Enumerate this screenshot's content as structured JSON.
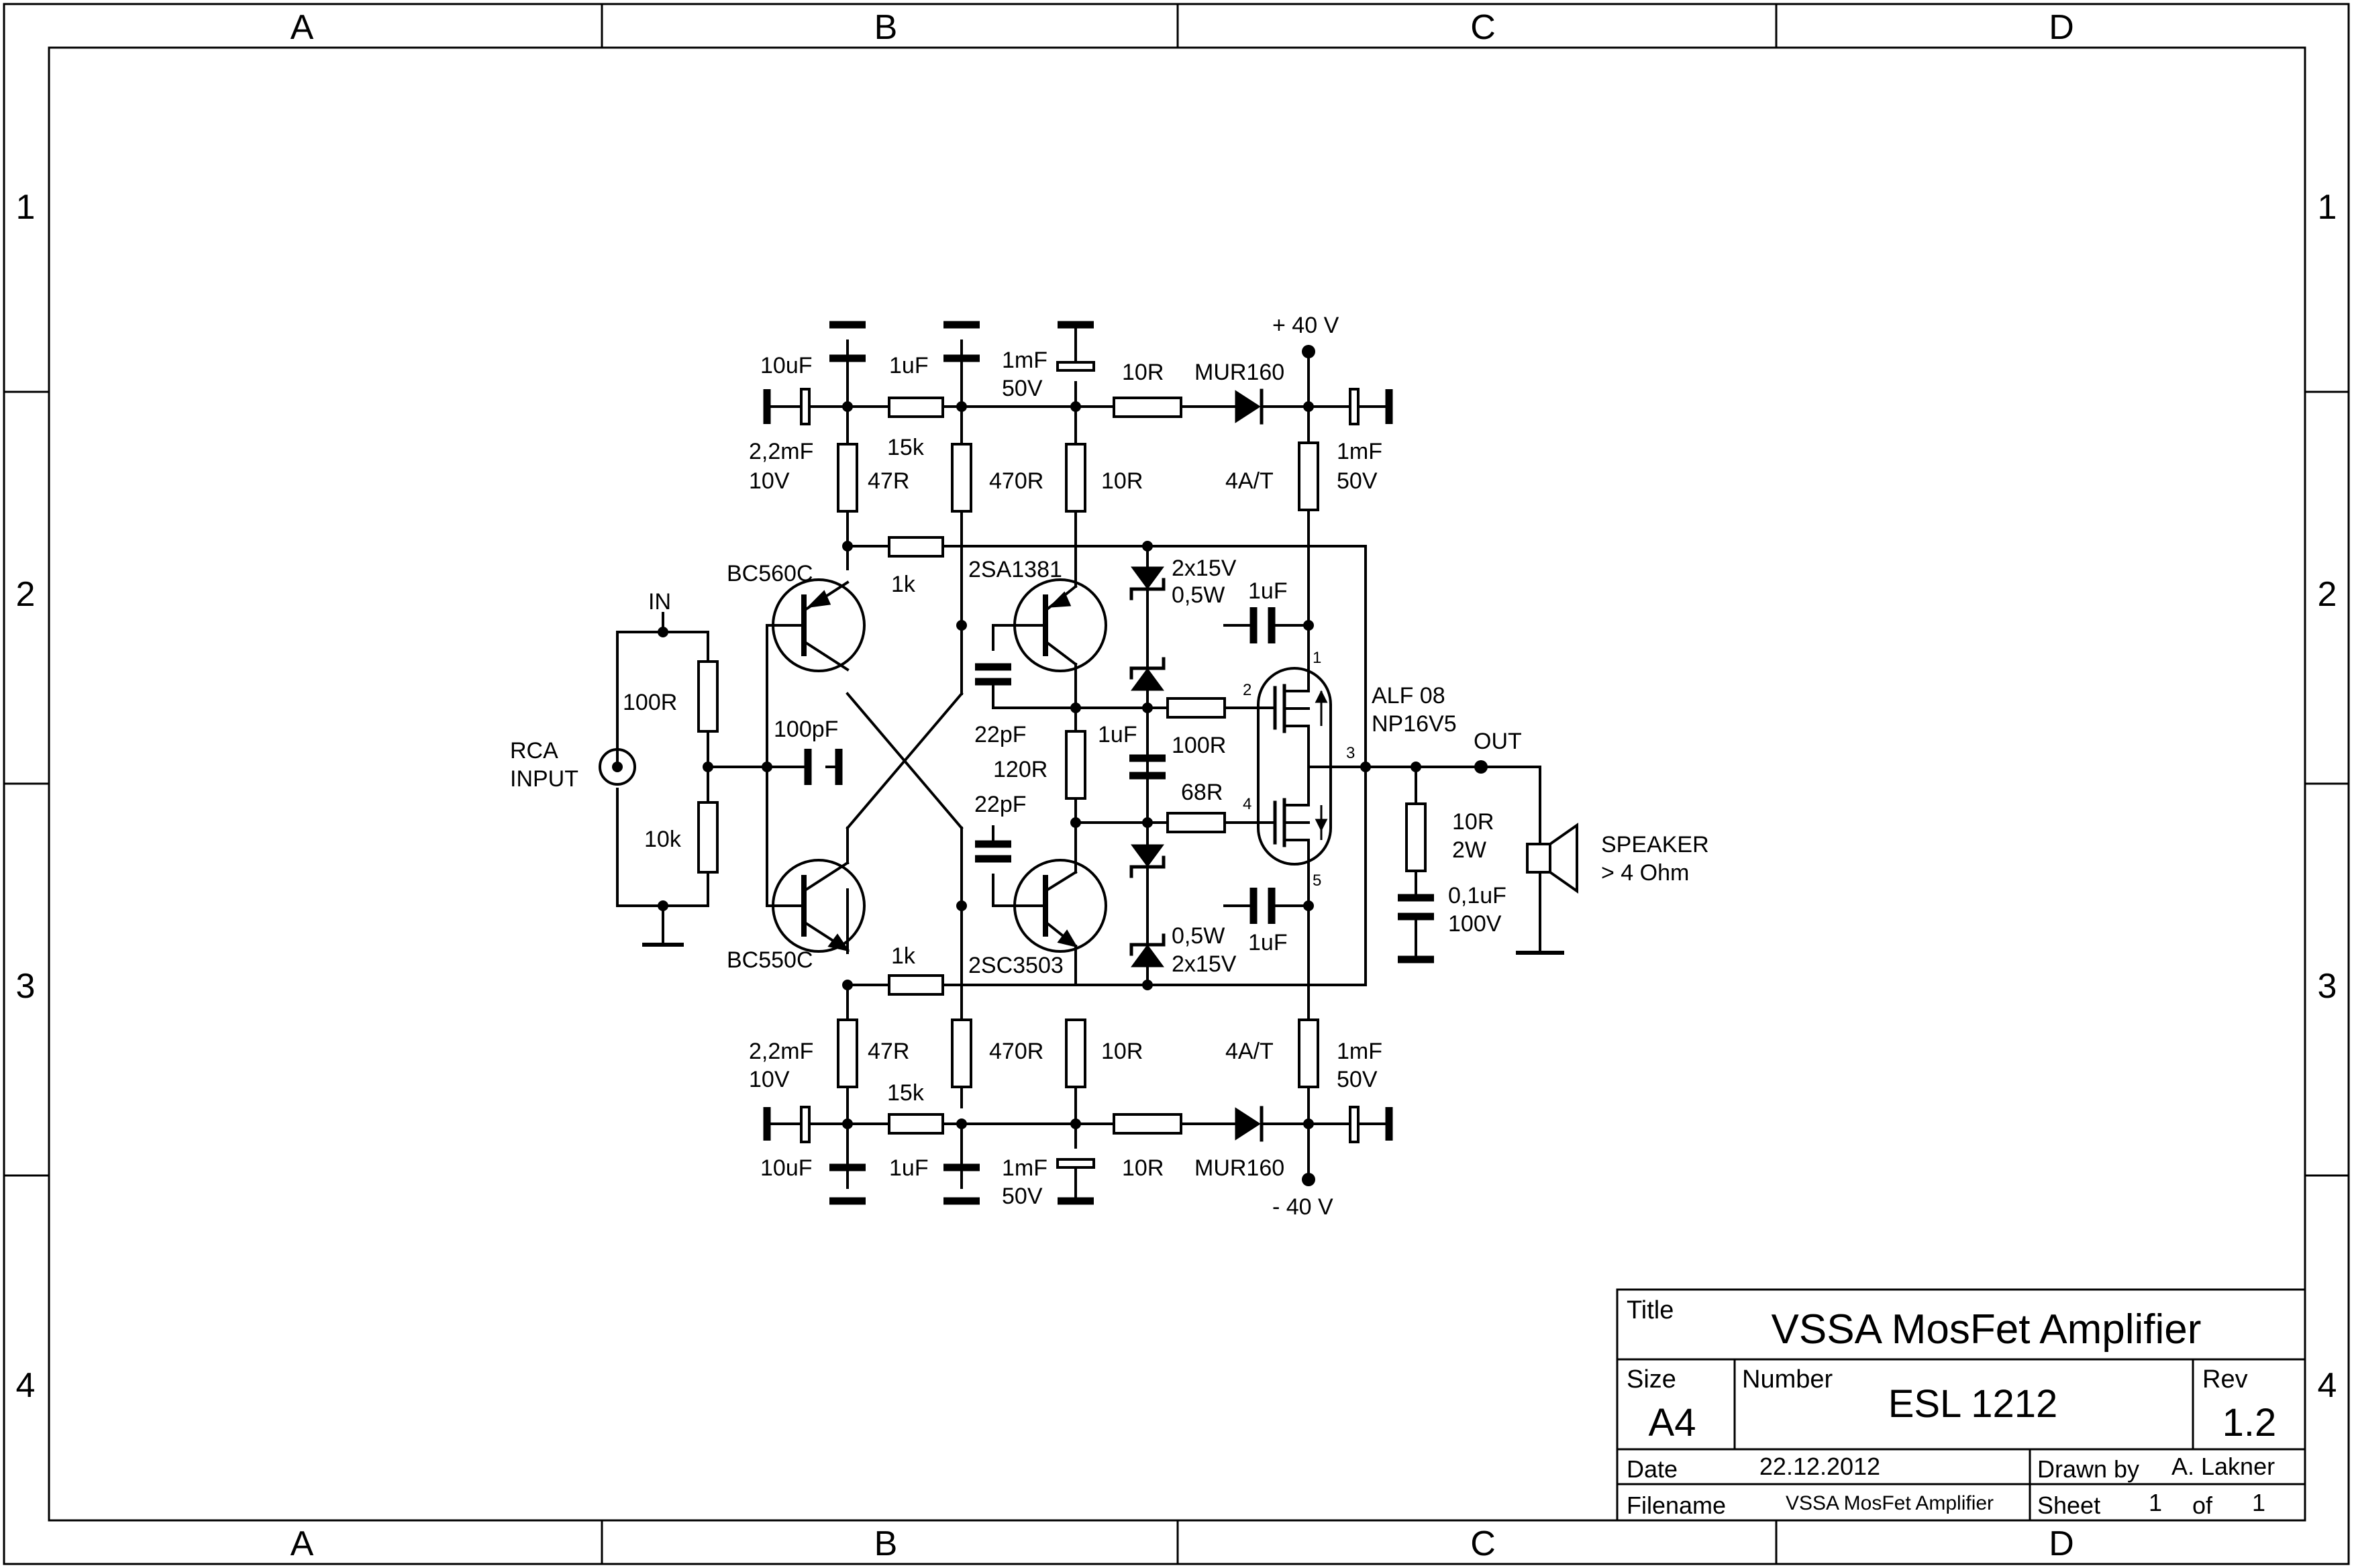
{
  "frame": {
    "columns": [
      "A",
      "B",
      "C",
      "D"
    ],
    "rows": [
      "1",
      "2",
      "3",
      "4"
    ]
  },
  "labels": {
    "c_top_left": "10uF",
    "c_top_mid": "1uF",
    "c_top_big1": "1mF",
    "c_top_big2": "50V",
    "r_top_series": "10R",
    "d_top": "MUR160",
    "v_pos": "+ 40 V",
    "c_left_top1": "2,2mF",
    "c_left_top2": "10V",
    "r_15k_top": "15k",
    "r_47_top": "47R",
    "r_470_top": "470R",
    "r_10_top": "10R",
    "fuse_top": "4A/T",
    "c_rail_top1": "1mF",
    "c_rail_top2": "50V",
    "r_1k_top": "1k",
    "q_bc560": "BC560C",
    "q_2sa1381": "2SA1381",
    "z_top1": "2x15V",
    "z_top2": "0,5W",
    "c_gate_top": "1uF",
    "in_label": "IN",
    "r_100R_in": "100R",
    "rca1": "RCA",
    "rca2": "INPUT",
    "r_10k_in": "10k",
    "c_100pF": "100pF",
    "c_22pF_top": "22pF",
    "r_120R": "120R",
    "c_1uF_mid": "1uF",
    "r_100R_gate": "100R",
    "r_68R": "68R",
    "c_22pF_bot": "22pF",
    "mos1": "ALF 08",
    "mos2": "NP16V5",
    "out_label": "OUT",
    "r_zobel1": "10R",
    "r_zobel2": "2W",
    "c_zobel1": "0,1uF",
    "c_zobel2": "100V",
    "spk1": "SPEAKER",
    "spk2": "> 4 Ohm",
    "q_bc550": "BC550C",
    "r_1k_bot": "1k",
    "q_2sc3503": "2SC3503",
    "z_bot1": "0,5W",
    "z_bot2": "2x15V",
    "c_gate_bot": "1uF",
    "c_left_bot1": "2,2mF",
    "c_left_bot2": "10V",
    "r_47_bot": "47R",
    "r_470_bot": "470R",
    "r_10_bot": "10R",
    "fuse_bot": "4A/T",
    "c_rail_bot1": "1mF",
    "c_rail_bot2": "50V",
    "r_15k_bot": "15k",
    "c_bot_left": "10uF",
    "c_bot_mid": "1uF",
    "c_bot_big1": "1mF",
    "c_bot_big2": "50V",
    "r_bot_series": "10R",
    "d_bot": "MUR160",
    "v_neg": "- 40 V",
    "pin1": "1",
    "pin2": "2",
    "pin3": "3",
    "pin4": "4",
    "pin5": "5"
  },
  "title_block": {
    "title_caption": "Title",
    "title": "VSSA MosFet Amplifier",
    "size_caption": "Size",
    "size": "A4",
    "number_caption": "Number",
    "number": "ESL 1212",
    "rev_caption": "Rev",
    "rev": "1.2",
    "date_caption": "Date",
    "date": "22.12.2012",
    "drawn_caption": "Drawn by",
    "drawn_by": "A. Lakner",
    "filename_caption": "Filename",
    "filename": "VSSA MosFet Amplifier",
    "sheet_caption": "Sheet",
    "sheet": "1",
    "of_caption": "of",
    "sheets": "1"
  }
}
